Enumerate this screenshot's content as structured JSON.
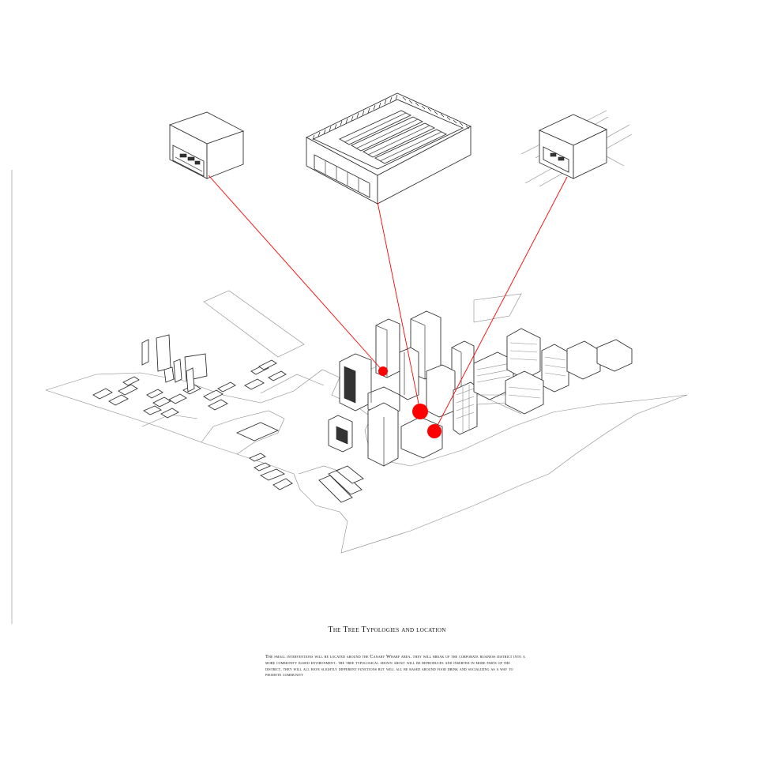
{
  "caption": {
    "title": "The Tree Typologies and location",
    "body": "The small interventions will be located around the Canary Wharf area. they will break up the corporate business district into a more community based environment. the tree typological shown about will be reproduces and inserted in more parts of the district. they will all have slightly different functions but will all be based around food drink and socializing as a way to promote community"
  },
  "colors": {
    "marker": "#ff0000",
    "linework": "#555555",
    "background": "#ffffff"
  },
  "typologies": [
    {
      "id": "typology-1",
      "marker_size": "small"
    },
    {
      "id": "typology-2",
      "marker_size": "large"
    },
    {
      "id": "typology-3",
      "marker_size": "medium"
    }
  ]
}
